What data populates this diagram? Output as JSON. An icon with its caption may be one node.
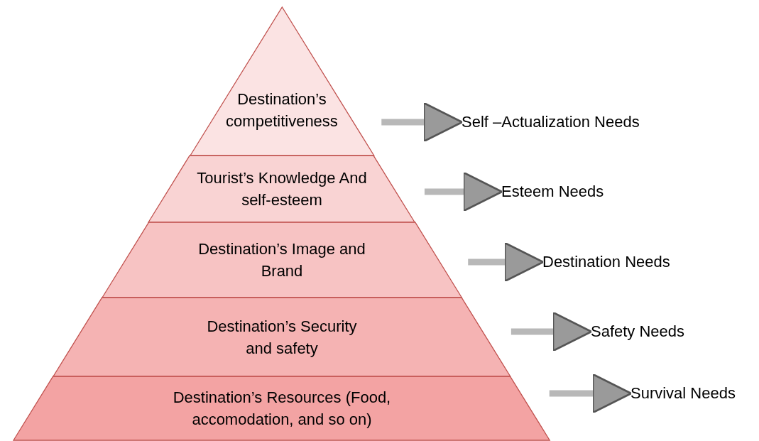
{
  "diagram": {
    "nodes": [
      {
        "text": [
          "Destination’s competitiveness"
        ]
      },
      {
        "text": [
          "Tourist’s Knowledge And self-esteem"
        ]
      },
      {
        "text": [
          "Destination’s Image and Brand"
        ]
      },
      {
        "text": [
          "Destination’s Security and safety"
        ]
      },
      {
        "text": [
          "Destination’s Resources (Food, accomodation, and so on)"
        ]
      },
      {
        "text": [
          "Self –Actualization  Needs"
        ]
      },
      {
        "text": [
          "Esteem Needs"
        ]
      },
      {
        "text": [
          "Destination Needs"
        ]
      },
      {
        "text": [
          "Safety Needs"
        ]
      },
      {
        "text": [
          "Survival Needs"
        ]
      }
    ],
    "edges": [
      {
        "from": 0,
        "to": 5,
        "arrow": "to"
      },
      {
        "from": 1,
        "to": 6,
        "arrow": "to"
      },
      {
        "from": 2,
        "to": 7,
        "arrow": "to"
      },
      {
        "from": 3,
        "to": 8,
        "arrow": "to"
      },
      {
        "from": 4,
        "to": 9,
        "arrow": "to"
      }
    ]
  }
}
